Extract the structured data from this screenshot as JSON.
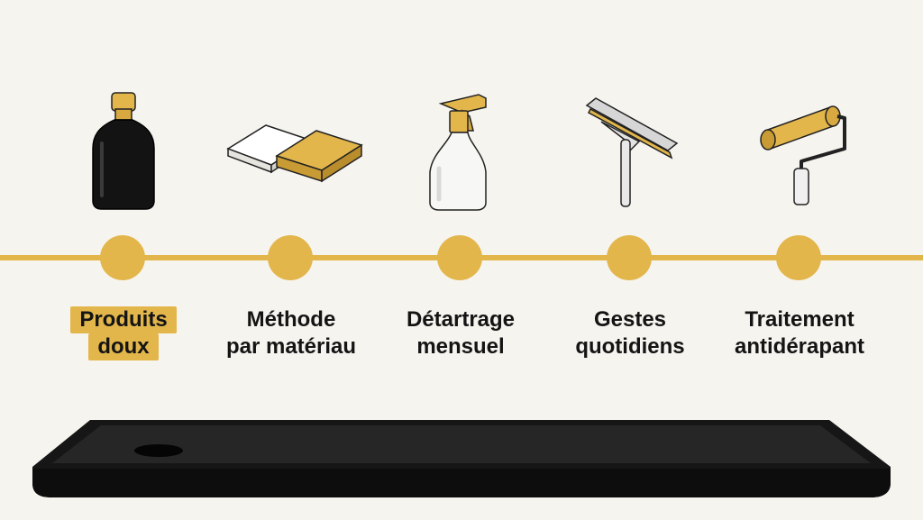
{
  "steps": [
    {
      "id": "products",
      "line1": "Produits",
      "line2": "doux",
      "icon": "bottle-icon",
      "active": true
    },
    {
      "id": "method",
      "line1": "Méthode",
      "line2": "par matériau",
      "icon": "sponge-icon",
      "active": false
    },
    {
      "id": "descaling",
      "line1": "Détartrage",
      "line2": "mensuel",
      "icon": "spray-bottle-icon",
      "active": false
    },
    {
      "id": "daily",
      "line1": "Gestes",
      "line2": "quotidiens",
      "icon": "squeegee-icon",
      "active": false
    },
    {
      "id": "treatment",
      "line1": "Traitement",
      "line2": "antidérapant",
      "icon": "paint-roller-icon",
      "active": false
    }
  ],
  "colors": {
    "accent": "#e3b64c",
    "background": "#f6f4ef",
    "text": "#141414",
    "tray": "#161616"
  }
}
